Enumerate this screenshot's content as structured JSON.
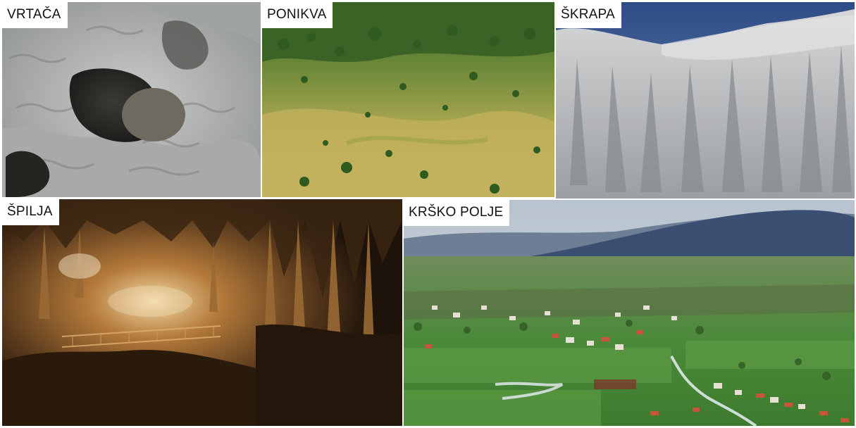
{
  "collage": {
    "tiles": [
      {
        "label": "VRTAČA"
      },
      {
        "label": "PONIKVA"
      },
      {
        "label": "ŠKRAPA"
      },
      {
        "label": "ŠPILJA"
      },
      {
        "label": "KRŠKO POLJE"
      }
    ]
  },
  "colors": {
    "limestone": "#b9bcbc",
    "grass": "#b7ad4f",
    "sky": "#3d5a93",
    "cave": "#5a3a1c",
    "field": "#4b8a3a"
  }
}
